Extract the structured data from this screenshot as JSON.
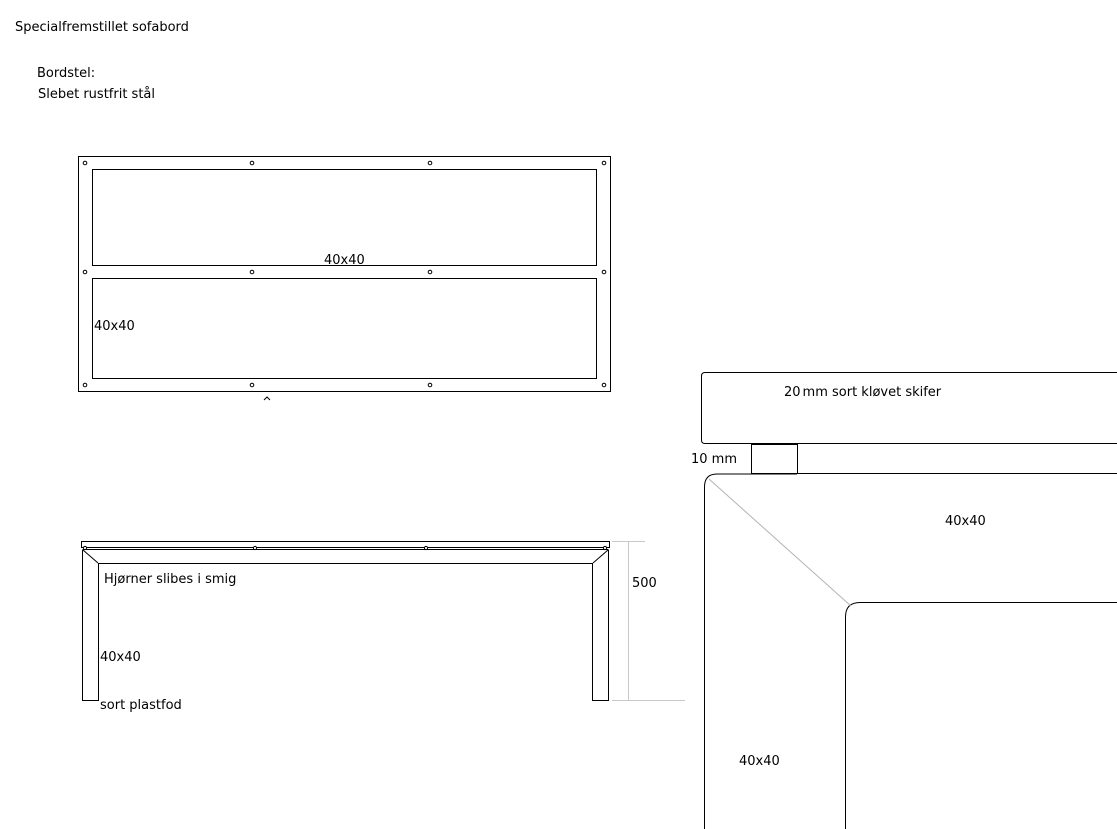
{
  "title": "Specialfremstillet sofabord",
  "frame": {
    "label": "Bordstel:",
    "material": "Slebet rustfrit stål"
  },
  "top_view": {
    "label_center": "40x40",
    "label_left": "40x40"
  },
  "side_view": {
    "corner_note": "Hjørner slibes i smig",
    "leg_label": "40x40",
    "foot_note": "sort plastfod",
    "height_label": "500"
  },
  "detail_view": {
    "slate_note_prefix": "20",
    "slate_note": "mm sort kløvet skifer",
    "gap_label": "10 mm",
    "beam_label_top": "40x40",
    "beam_label_left": "40x40"
  },
  "colors": {
    "line": "#000000",
    "dimension_line": "#c8c8c8",
    "miter_line": "#b4b4b4"
  }
}
